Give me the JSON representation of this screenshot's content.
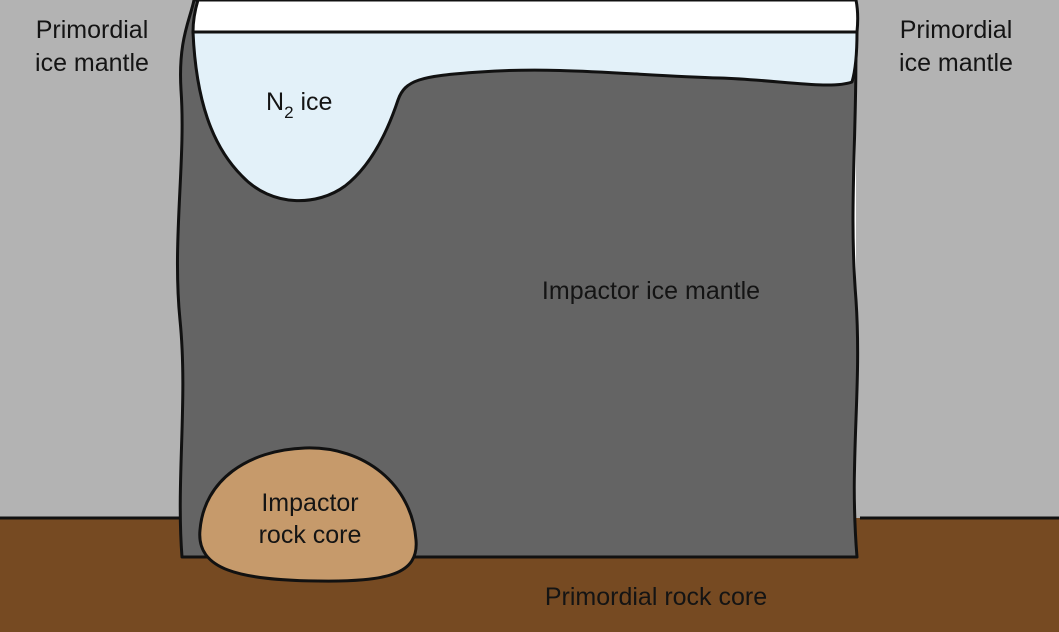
{
  "labels": {
    "primordial_ice_mantle_left_line1": "Primordial",
    "primordial_ice_mantle_left_line2": "ice mantle",
    "primordial_ice_mantle_right_line1": "Primordial",
    "primordial_ice_mantle_right_line2": "ice mantle",
    "n2_ice_main": "N",
    "n2_ice_subscript": "2",
    "n2_ice_suffix": " ice",
    "impactor_ice_mantle": "Impactor ice mantle",
    "impactor_rock_core_line1": "Impactor",
    "impactor_rock_core_line2": "rock core",
    "primordial_rock_core": "Primordial rock core"
  },
  "colors": {
    "primordial_ice_mantle": "#b3b3b3",
    "impactor_ice_mantle": "#646464",
    "n2_ice": "#e3f1f9",
    "surface_cap": "#ffffff",
    "impactor_rock_core": "#c69a6b",
    "primordial_rock_core": "#764a22",
    "outline": "#111111"
  }
}
